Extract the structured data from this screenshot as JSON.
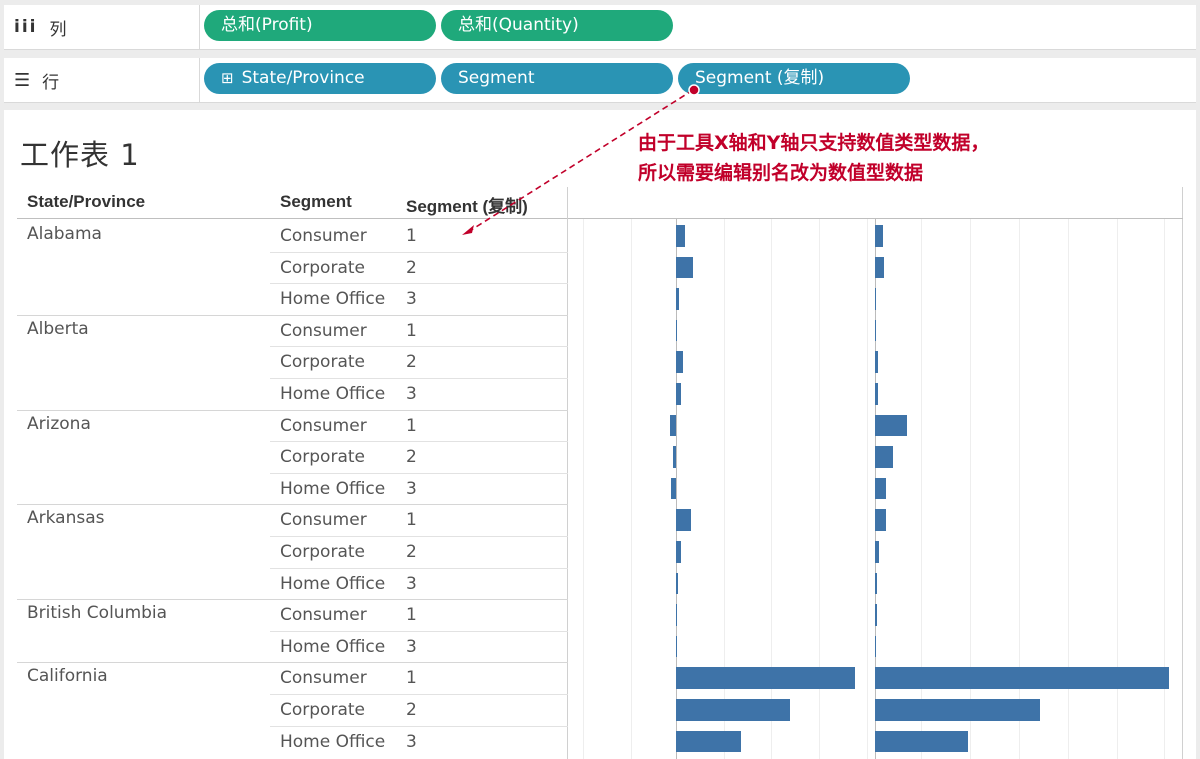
{
  "columns_shelf": {
    "label": "列",
    "pills": [
      "总和(Profit)",
      "总和(Quantity)"
    ]
  },
  "rows_shelf": {
    "label": "行",
    "pills": [
      "State/Province",
      "Segment",
      "Segment (复制)"
    ]
  },
  "sheet": {
    "title": "工作表 1",
    "headers": [
      "State/Province",
      "Segment",
      "Segment (复制)"
    ]
  },
  "annotation": {
    "line1": "由于工具X轴和Y轴只支持数值类型数据，",
    "line2": "所以需要编辑别名改为数值型数据",
    "color": "#c1002a"
  },
  "bar_color": "#3e73a8",
  "table": [
    {
      "state": "Alabama",
      "rows": [
        {
          "segment": "Consumer",
          "alias": "1",
          "profit": 3.0,
          "quantity": 2.5
        },
        {
          "segment": "Corporate",
          "alias": "2",
          "profit": 5.5,
          "quantity": 3.0
        },
        {
          "segment": "Home Office",
          "alias": "3",
          "profit": 1.0,
          "quantity": 0.4
        }
      ]
    },
    {
      "state": "Alberta",
      "rows": [
        {
          "segment": "Consumer",
          "alias": "1",
          "profit": 0.3,
          "quantity": 0.3
        },
        {
          "segment": "Corporate",
          "alias": "2",
          "profit": 2.2,
          "quantity": 1.0
        },
        {
          "segment": "Home Office",
          "alias": "3",
          "profit": 1.5,
          "quantity": 1.0
        }
      ]
    },
    {
      "state": "Arizona",
      "rows": [
        {
          "segment": "Consumer",
          "alias": "1",
          "profit": -2.0,
          "quantity": 10.5
        },
        {
          "segment": "Corporate",
          "alias": "2",
          "profit": -1.0,
          "quantity": 6.0
        },
        {
          "segment": "Home Office",
          "alias": "3",
          "profit": -1.5,
          "quantity": 3.5
        }
      ]
    },
    {
      "state": "Arkansas",
      "rows": [
        {
          "segment": "Consumer",
          "alias": "1",
          "profit": 5.0,
          "quantity": 3.5
        },
        {
          "segment": "Corporate",
          "alias": "2",
          "profit": 1.5,
          "quantity": 1.3
        },
        {
          "segment": "Home Office",
          "alias": "3",
          "profit": 0.5,
          "quantity": 0.8
        }
      ]
    },
    {
      "state": "British Columbia",
      "rows": [
        {
          "segment": "Consumer",
          "alias": "1",
          "profit": 0.4,
          "quantity": 0.8
        },
        {
          "segment": "Home Office",
          "alias": "3",
          "profit": 0.3,
          "quantity": 0.4
        }
      ]
    },
    {
      "state": "California",
      "rows": [
        {
          "segment": "Consumer",
          "alias": "1",
          "profit": 59.0,
          "quantity": 98.0
        },
        {
          "segment": "Corporate",
          "alias": "2",
          "profit": 37.5,
          "quantity": 55.0
        },
        {
          "segment": "Home Office",
          "alias": "3",
          "profit": 21.5,
          "quantity": 31.0
        }
      ]
    }
  ]
}
